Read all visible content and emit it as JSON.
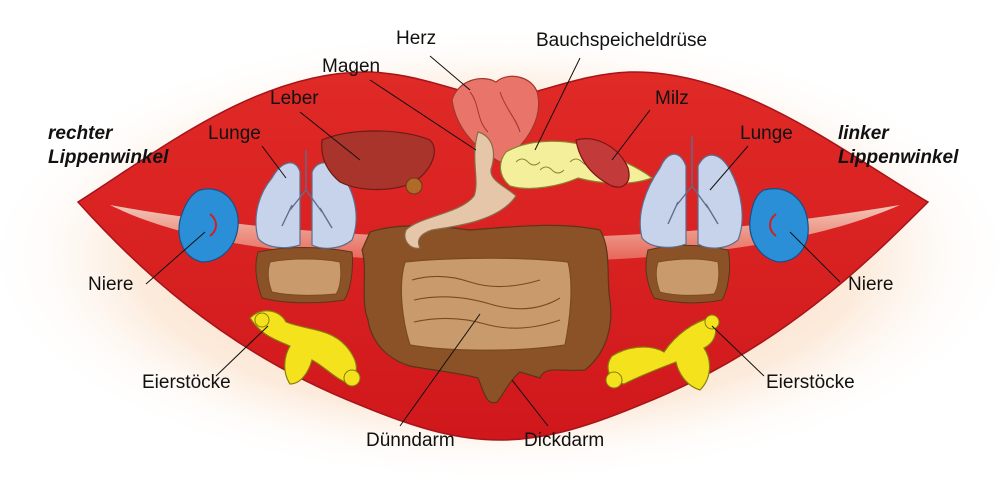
{
  "colors": {
    "lip_red": "#e32424",
    "lip_dark": "#b8121a",
    "skin_glow": "#f9d6b8",
    "intestine_brown": "#8a5226",
    "small_intestine": "#c99a6c",
    "lung_blue": "#c7d3ea",
    "kidney_blue": "#2a8fd6",
    "ovary_yellow": "#f4e21c",
    "liver": "#a8342c",
    "heart": "#e8746a",
    "stomach": "#e6c6a8",
    "pancreas": "#f3ef9a"
  },
  "corners": {
    "right": {
      "line1": "rechter",
      "line2": "Lippenwinkel"
    },
    "left": {
      "line1": "linker",
      "line2": "Lippenwinkel"
    }
  },
  "labels": {
    "herz": "Herz",
    "bauchspeicheldruese": "Bauchspeicheldrüse",
    "magen": "Magen",
    "milz": "Milz",
    "leber": "Leber",
    "lunge_left": "Lunge",
    "lunge_right": "Lunge",
    "niere_left": "Niere",
    "niere_right": "Niere",
    "eierstoecke_left": "Eierstöcke",
    "eierstoecke_right": "Eierstöcke",
    "duenndarm": "Dünndarm",
    "dickdarm": "Dickdarm"
  }
}
